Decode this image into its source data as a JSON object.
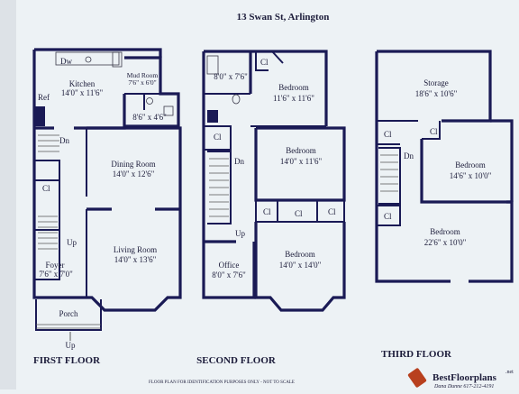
{
  "address": "13 Swan St, Arlington",
  "floors": [
    {
      "name": "FIRST FLOOR",
      "rooms": [
        {
          "name": "Kitchen",
          "size": "14'0\" x 11'6\""
        },
        {
          "name": "Mud Room",
          "size": "7'6\" x 6'0\""
        },
        {
          "name": "",
          "size": "8'6\" x 4'6\""
        },
        {
          "name": "Dining Room",
          "size": "14'0\" x 12'6\""
        },
        {
          "name": "Living Room",
          "size": "14'0\" x 13'6\""
        },
        {
          "name": "Foyer",
          "size": "7'6\" x 7'0\""
        },
        {
          "name": "Porch",
          "size": ""
        }
      ],
      "labels": {
        "dw": "Dw",
        "ref": "Ref",
        "dn": "Dn",
        "cl": "Cl",
        "up": "Up",
        "up2": "Up"
      }
    },
    {
      "name": "SECOND FLOOR",
      "rooms": [
        {
          "name": "",
          "size": "8'0\" x 7'6\""
        },
        {
          "name": "Bedroom",
          "size": "11'6\" x 11'6\""
        },
        {
          "name": "Bedroom",
          "size": "14'0\" x 11'6\""
        },
        {
          "name": "Bedroom",
          "size": "14'0\" x 14'0\""
        },
        {
          "name": "Office",
          "size": "8'0\" x 7'6\""
        }
      ],
      "labels": {
        "cl": "Cl",
        "dn": "Dn",
        "up": "Up"
      }
    },
    {
      "name": "THIRD FLOOR",
      "rooms": [
        {
          "name": "Storage",
          "size": "18'6\" x 10'6\""
        },
        {
          "name": "Bedroom",
          "size": "14'6\" x 10'0\""
        },
        {
          "name": "Bedroom",
          "size": "22'6\" x 10'0\""
        }
      ],
      "labels": {
        "cl": "Cl",
        "dn": "Dn"
      }
    }
  ],
  "disclaimer": "FLOOR PLAN FOR IDENTIFICATION PURPOSES ONLY - NOT TO SCALE",
  "brand": {
    "name": "BestFloorplans",
    "tld": ".net",
    "contact": "Dana Dunne 617-212-4191"
  }
}
